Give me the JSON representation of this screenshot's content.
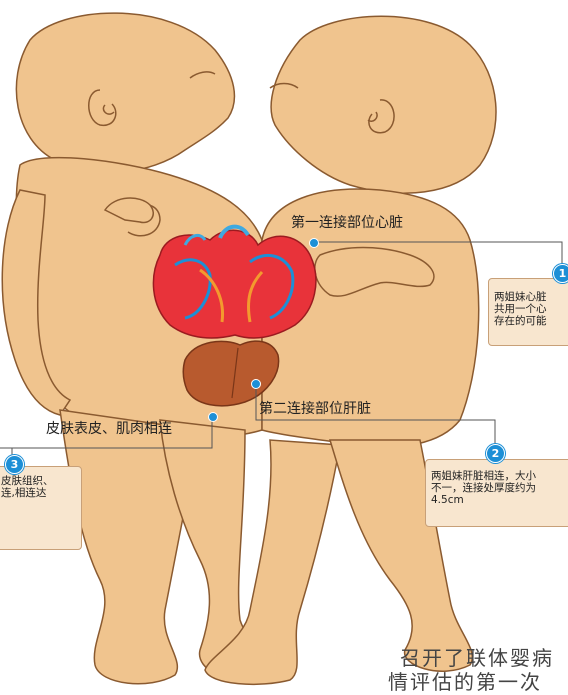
{
  "labels": {
    "heart_title": "第一连接部位心脏",
    "liver_title": "第二连接部位肝脏",
    "skin_title": "皮肤表皮、肌肉相连"
  },
  "callouts": {
    "heart": {
      "number": "1",
      "line1": "两姐妹心脏",
      "line2": "共用一个心",
      "line3": "存在的可能"
    },
    "liver": {
      "number": "2",
      "line1": "两姐妹肝脏相连，大小",
      "line2": "不一，连接处厚度约为",
      "line3": "4.5cm"
    },
    "skin": {
      "number": "3",
      "line1": "皮肤组织、",
      "line2": "连,相连达"
    }
  },
  "caption": {
    "line1": "召开了联体婴病",
    "line2": "情评估的第一次"
  },
  "colors": {
    "skin": "#f0c48e",
    "skin_shadow": "#d9a06a",
    "outline": "#8a5a30",
    "accent": "#1d8fd6",
    "callout_bg": "#f8e6cf"
  }
}
